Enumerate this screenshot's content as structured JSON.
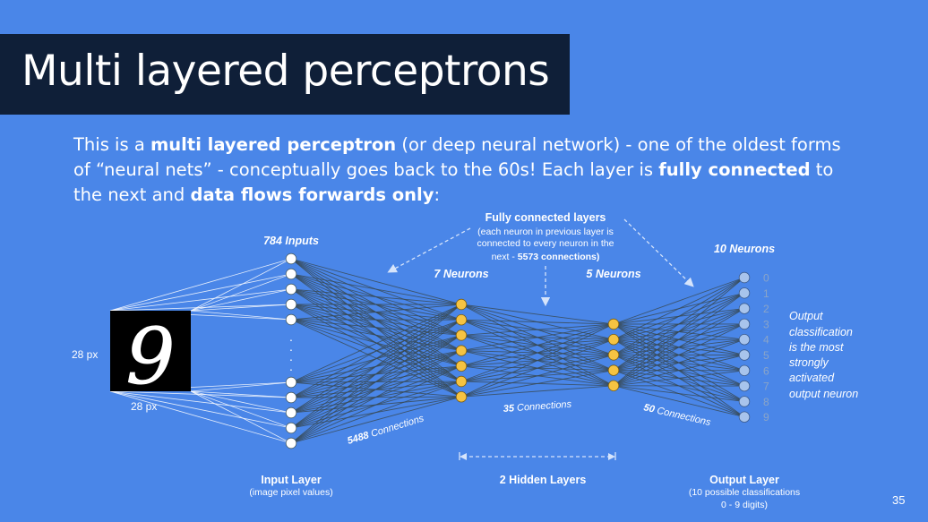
{
  "slide": {
    "title": "Multi layered perceptrons",
    "intro": [
      {
        "text": "This is a ",
        "bold": false
      },
      {
        "text": "multi layered perceptron",
        "bold": true
      },
      {
        "text": " (or deep neural network) - one of the oldest forms of “neural nets” - conceptually goes back to the 60s! Each layer is ",
        "bold": false
      },
      {
        "text": "fully connected",
        "bold": true
      },
      {
        "text": " to the next and ",
        "bold": false
      },
      {
        "text": "data flows forwards only",
        "bold": true
      },
      {
        "text": ":",
        "bold": false
      }
    ],
    "page_number": "35"
  },
  "diagram": {
    "fully_connected_title": "Fully connected layers",
    "fully_connected_note": [
      "(each neuron in previous layer is",
      "connected to every neuron in the",
      "next - "
    ],
    "fully_connected_count": "5573 connections)",
    "input_count_label": "784 Inputs",
    "hidden1_label": "7 Neurons",
    "hidden2_label": "5 Neurons",
    "output_count_label": "10 Neurons",
    "px_vertical": "28 px",
    "px_horizontal": "28 px",
    "digit_image_value": "9",
    "output_digits": [
      "0",
      "1",
      "2",
      "3",
      "4",
      "5",
      "6",
      "7",
      "8",
      "9"
    ],
    "output_note": [
      "Output",
      "classification",
      "is the most",
      "strongly",
      "activated",
      "output neuron"
    ],
    "conn1_count": "5488",
    "conn1_word": " Connections",
    "conn2_count": "35",
    "conn2_word": " Connections",
    "conn3_count": "50",
    "conn3_word": " Connections",
    "input_layer_title": "Input Layer",
    "input_layer_sub": "(image pixel values)",
    "hidden_layers_title": "2 Hidden Layers",
    "output_layer_title": "Output Layer",
    "output_layer_sub": [
      "(10 possible classifications",
      "0 - 9 digits)"
    ],
    "ellipsis_dots": [
      "·",
      "·",
      "·",
      "·"
    ]
  },
  "colors": {
    "background": "#4a86e8",
    "title_bar": "#0f1f38",
    "input_node": "#ffffff",
    "hidden_node": "#f6c342",
    "output_node": "#a8c4ec",
    "edge": "#37474f",
    "digit_text": "#8aa4c8"
  }
}
